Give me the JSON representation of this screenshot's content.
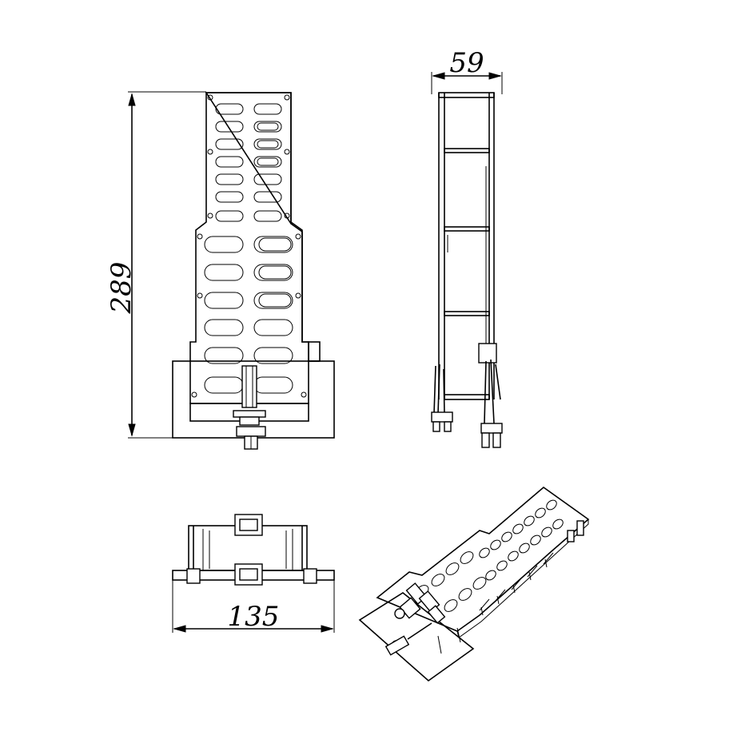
{
  "drawing": {
    "dimensions": {
      "height": "289",
      "depth": "59",
      "width": "135"
    }
  }
}
